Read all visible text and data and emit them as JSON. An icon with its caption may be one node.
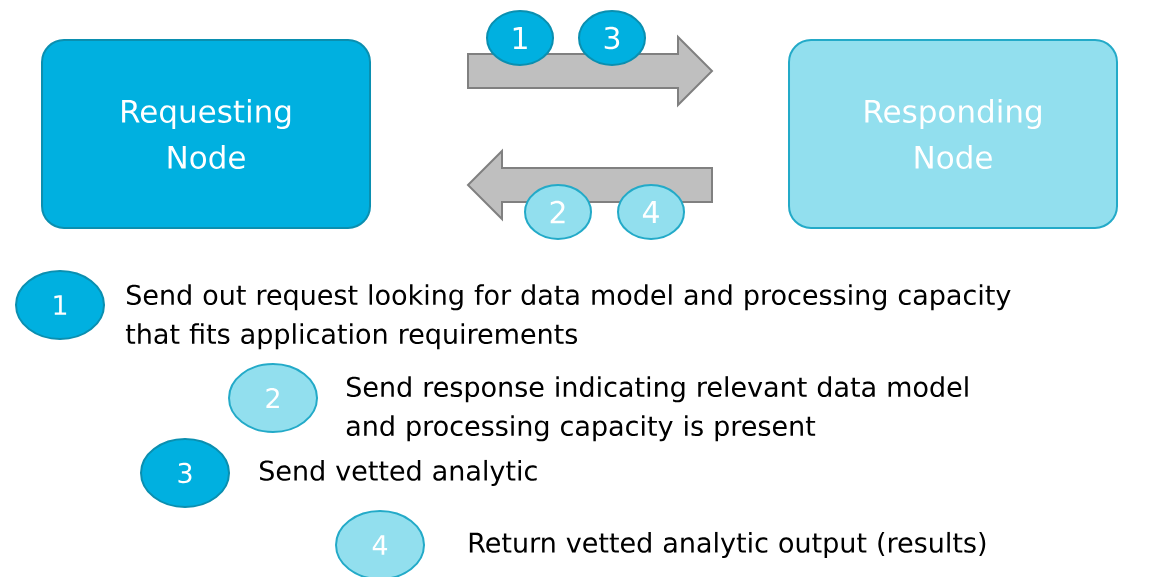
{
  "diagram": {
    "nodes": [
      {
        "text": [
          "Requesting Node"
        ]
      },
      {
        "text": [
          "Responding Node"
        ]
      },
      {
        "text": [
          "1"
        ]
      },
      {
        "text": [
          "3"
        ]
      },
      {
        "text": [
          "2"
        ]
      },
      {
        "text": [
          "4"
        ]
      },
      {
        "text": [
          "1"
        ],
        "beside": [
          "Send out request looking for data model and processing capacity that fits application requirements"
        ]
      },
      {
        "text": [
          "2"
        ],
        "beside": [
          "Send response indicating relevant data model and processing capacity is present"
        ]
      },
      {
        "text": [
          "3"
        ],
        "beside": [
          "Send vetted analytic"
        ]
      },
      {
        "text": [
          "4"
        ],
        "beside": [
          "Return vetted analytic output (results)"
        ]
      }
    ],
    "edges": [
      {
        "from": 0,
        "to": 1,
        "arrow": "to"
      },
      {
        "from": 1,
        "to": 0,
        "arrow": "to"
      }
    ]
  }
}
